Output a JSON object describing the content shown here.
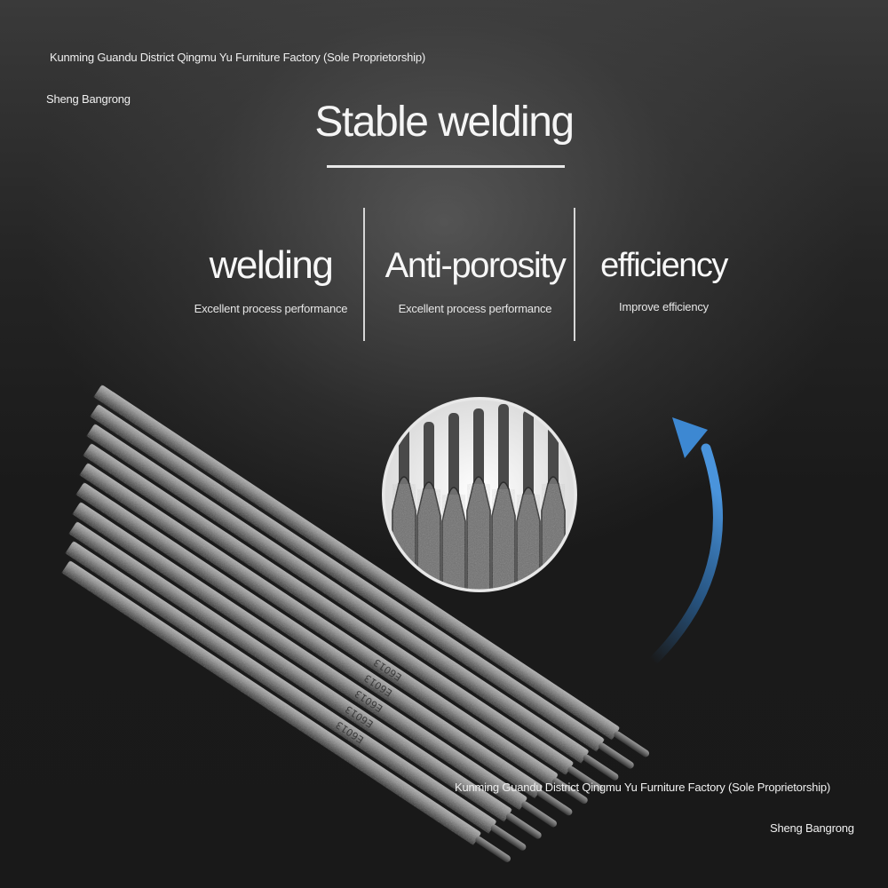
{
  "watermarks": {
    "company_top": "Kunming Guandu District Qingmu Yu Furniture Factory (Sole Proprietorship)",
    "person_top": "Sheng Bangrong",
    "company_bottom": "Kunming Guandu District Qingmu Yu Furniture Factory (Sole Proprietorship)",
    "person_bottom": "Sheng Bangrong"
  },
  "headline": "Stable welding",
  "features": [
    {
      "title": "welding",
      "subtitle": "Excellent process performance"
    },
    {
      "title": "Anti-porosity",
      "subtitle": "Excellent process performance"
    },
    {
      "title": "efficiency",
      "subtitle": "Improve efficiency"
    }
  ],
  "rod_imprint": "E6013",
  "colors": {
    "background": "#1a1a1a",
    "text": "#f5f5f5",
    "arrow": "#2f78c0",
    "rod": "#8a8a8a"
  },
  "icons": {
    "arrow": "curved-up-arrow-icon"
  }
}
